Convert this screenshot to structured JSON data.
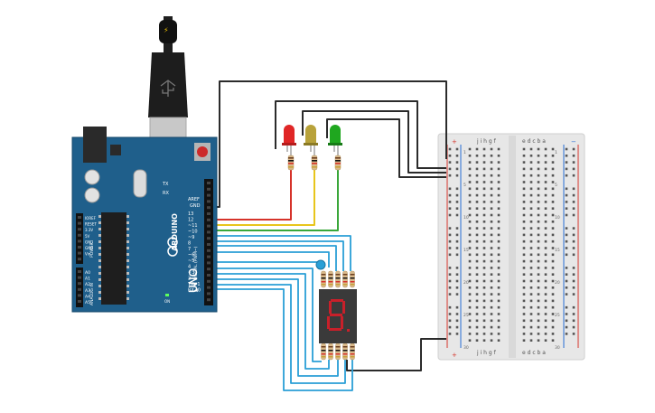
{
  "colors": {
    "board_blue": "#1f5f8b",
    "wire_black": "#2b2b2b",
    "wire_red": "#d6332a",
    "wire_yellow": "#e8c51b",
    "wire_green": "#3aa73a",
    "wire_blue": "#2a9fd6",
    "breadboard_bg": "#e6e6e6",
    "rail_red": "#d6332a",
    "rail_blue": "#2a6fd6",
    "display_red": "#c8202a"
  },
  "usb": {
    "lightning_glyph": "⚡"
  },
  "arduino": {
    "brand": "ARDUINO",
    "model": "UNO",
    "top_labels": {
      "aref": "AREF",
      "gnd": "GND",
      "tx": "TX",
      "rx": "RX"
    },
    "pin_numbers": [
      "13",
      "12",
      "~11",
      "~10",
      "~9",
      "8",
      "7",
      "~6",
      "~5",
      "4",
      "~3",
      "2",
      "TX▶1",
      "RX◀0"
    ],
    "power_labels": [
      "IOREF",
      "RESET",
      "3.3V",
      "5V",
      "GND",
      "GND",
      "Vin"
    ],
    "analog_labels": [
      "A0",
      "A1",
      "A2",
      "A3",
      "A4",
      "A5"
    ],
    "section_digital": "DIGITAL (PWM~)",
    "section_power": "POWER",
    "section_analog": "ANALOG IN",
    "on_label": "ON"
  },
  "leds": [
    {
      "color_name": "red",
      "hex": "#e02626"
    },
    {
      "color_name": "yellow",
      "hex": "#b8a23a"
    },
    {
      "color_name": "green",
      "hex": "#1fa71f"
    }
  ],
  "seven_segment": {
    "digit": "8"
  },
  "breadboard": {
    "col_letters_left": "j i h g f",
    "col_letters_right": "e d c b a",
    "plus": "+",
    "minus": "−",
    "row_labels": [
      "1",
      "5",
      "10",
      "15",
      "20",
      "25",
      "30"
    ]
  }
}
